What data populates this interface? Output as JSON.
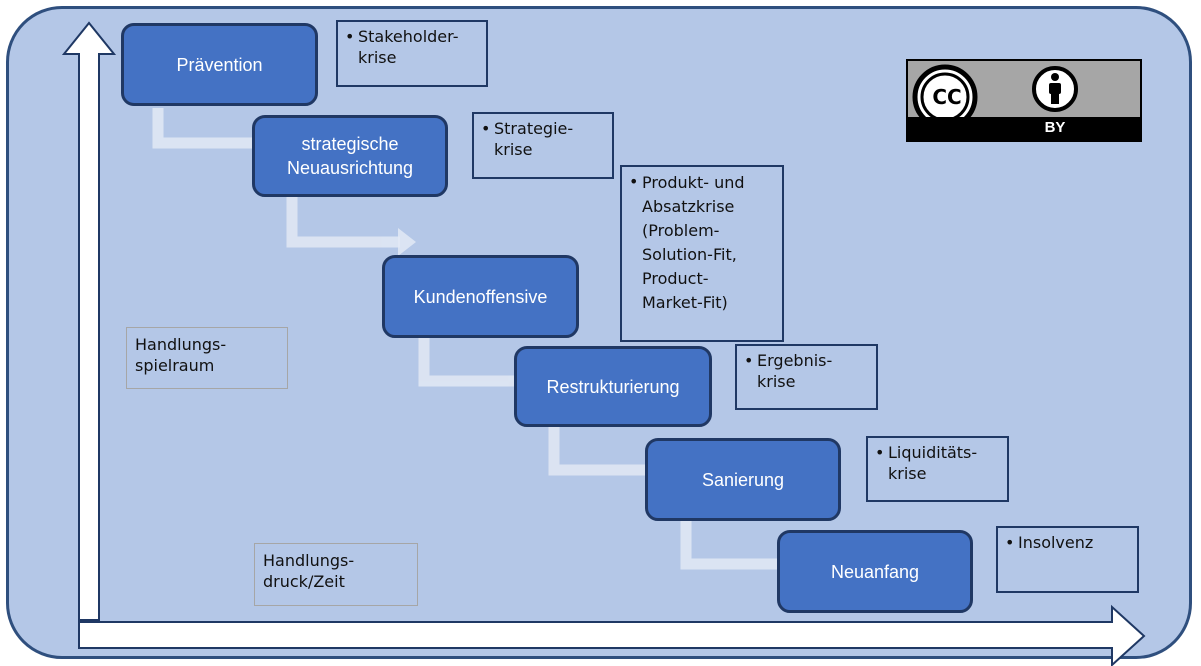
{
  "phases": [
    {
      "label": "Prävention"
    },
    {
      "label": "strategische\nNeuausrichtung"
    },
    {
      "label": "Kundenoffensive"
    },
    {
      "label": "Restrukturierung"
    },
    {
      "label": "Sanierung"
    },
    {
      "label": "Neuanfang"
    }
  ],
  "crises": [
    {
      "text": "Stakeholder-\nkrise"
    },
    {
      "text": "Strategie-\nkrise"
    },
    {
      "text": "Produkt- und\nAbsatzkrise\n(Problem-\nSolution-Fit,\nProduct-\nMarket-Fit)"
    },
    {
      "text": "Ergebnis-\nkrise"
    },
    {
      "text": "Liquiditäts-\nkrise"
    },
    {
      "text": "Insolvenz"
    }
  ],
  "bullet": "•",
  "axes": {
    "y_label": "Handlungs-\nspielraum",
    "x_label": "Handlungs-\ndruck/Zeit"
  },
  "license": {
    "cc_text": "CC",
    "by_text": "BY",
    "icon": "creative-commons-by-icon"
  },
  "colors": {
    "background": "#b4c7e7",
    "phase_fill": "#4472c4",
    "phase_border": "#203864",
    "frame_border": "#2f4f7e"
  }
}
